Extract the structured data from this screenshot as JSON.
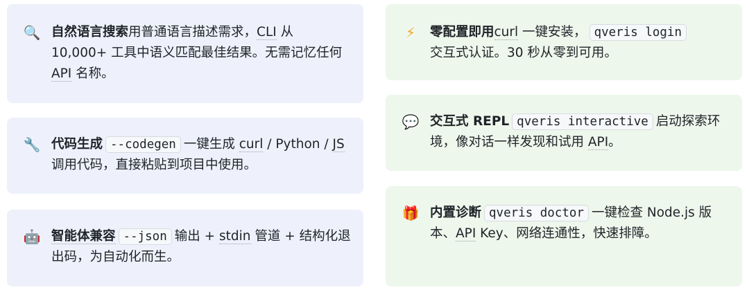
{
  "cards": [
    {
      "icon": "search-icon",
      "title": "自然语言搜索",
      "text1": "用普通语言描述需求，",
      "abbr1": "CLI",
      "text2": " 从 10,000+ 工具中语义匹配最佳结果。无需记忆任何 ",
      "abbr2": "API",
      "text3": " 名称。"
    },
    {
      "icon": "lightning-icon",
      "title": "零配置即用",
      "abbr1": "curl",
      "text1": " 一键安装，",
      "code1": "qveris login",
      "text2": "交互式认证。30 秒从零到可用。"
    },
    {
      "icon": "wrench-icon",
      "title": "代码生成",
      "code1": "--codegen",
      "text1": "一键生成 ",
      "abbr1": "curl",
      "text2": " / Python / ",
      "abbr2": "JS",
      "text3": " 调用代码，直接粘贴到项目中使用。"
    },
    {
      "icon": "speech-bubble-icon",
      "title": "交互式 REPL",
      "code1": "qveris interactive",
      "text1": "启动探索环境，像对话一样发现和试用 ",
      "abbr1": "API",
      "text2": "。"
    },
    {
      "icon": "robot-icon",
      "title": "智能体兼容",
      "code1": "--json",
      "text1": "输出 + ",
      "abbr1": "stdin",
      "text2": " 管道 + 结构化退出码，为自动化而生。"
    },
    {
      "icon": "gift-icon",
      "title": "内置诊断",
      "code1": "qveris doctor",
      "text1": "一键检查 Node.js 版本、",
      "abbr1": "API",
      "text2": " Key、网络连通性，快速排障。"
    }
  ]
}
